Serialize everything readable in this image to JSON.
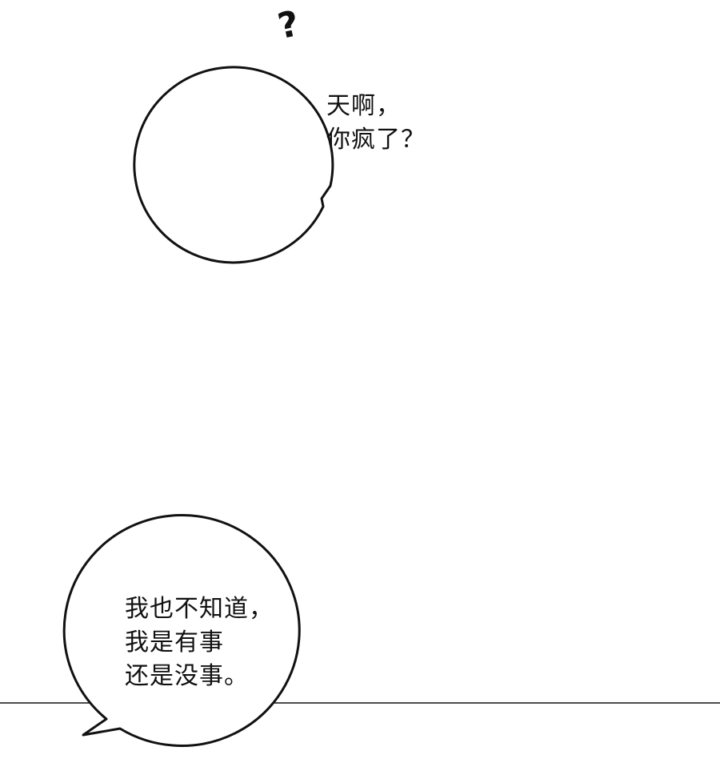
{
  "panel": {
    "background": "#ffffff",
    "ink": "#111111"
  },
  "top_bubble": {
    "lines": [
      "天啊，",
      "你疯了？"
    ],
    "mark": "?"
  },
  "bottom_bubble": {
    "lines": [
      "我也不知道，",
      "我是有事",
      "还是没事。"
    ]
  }
}
